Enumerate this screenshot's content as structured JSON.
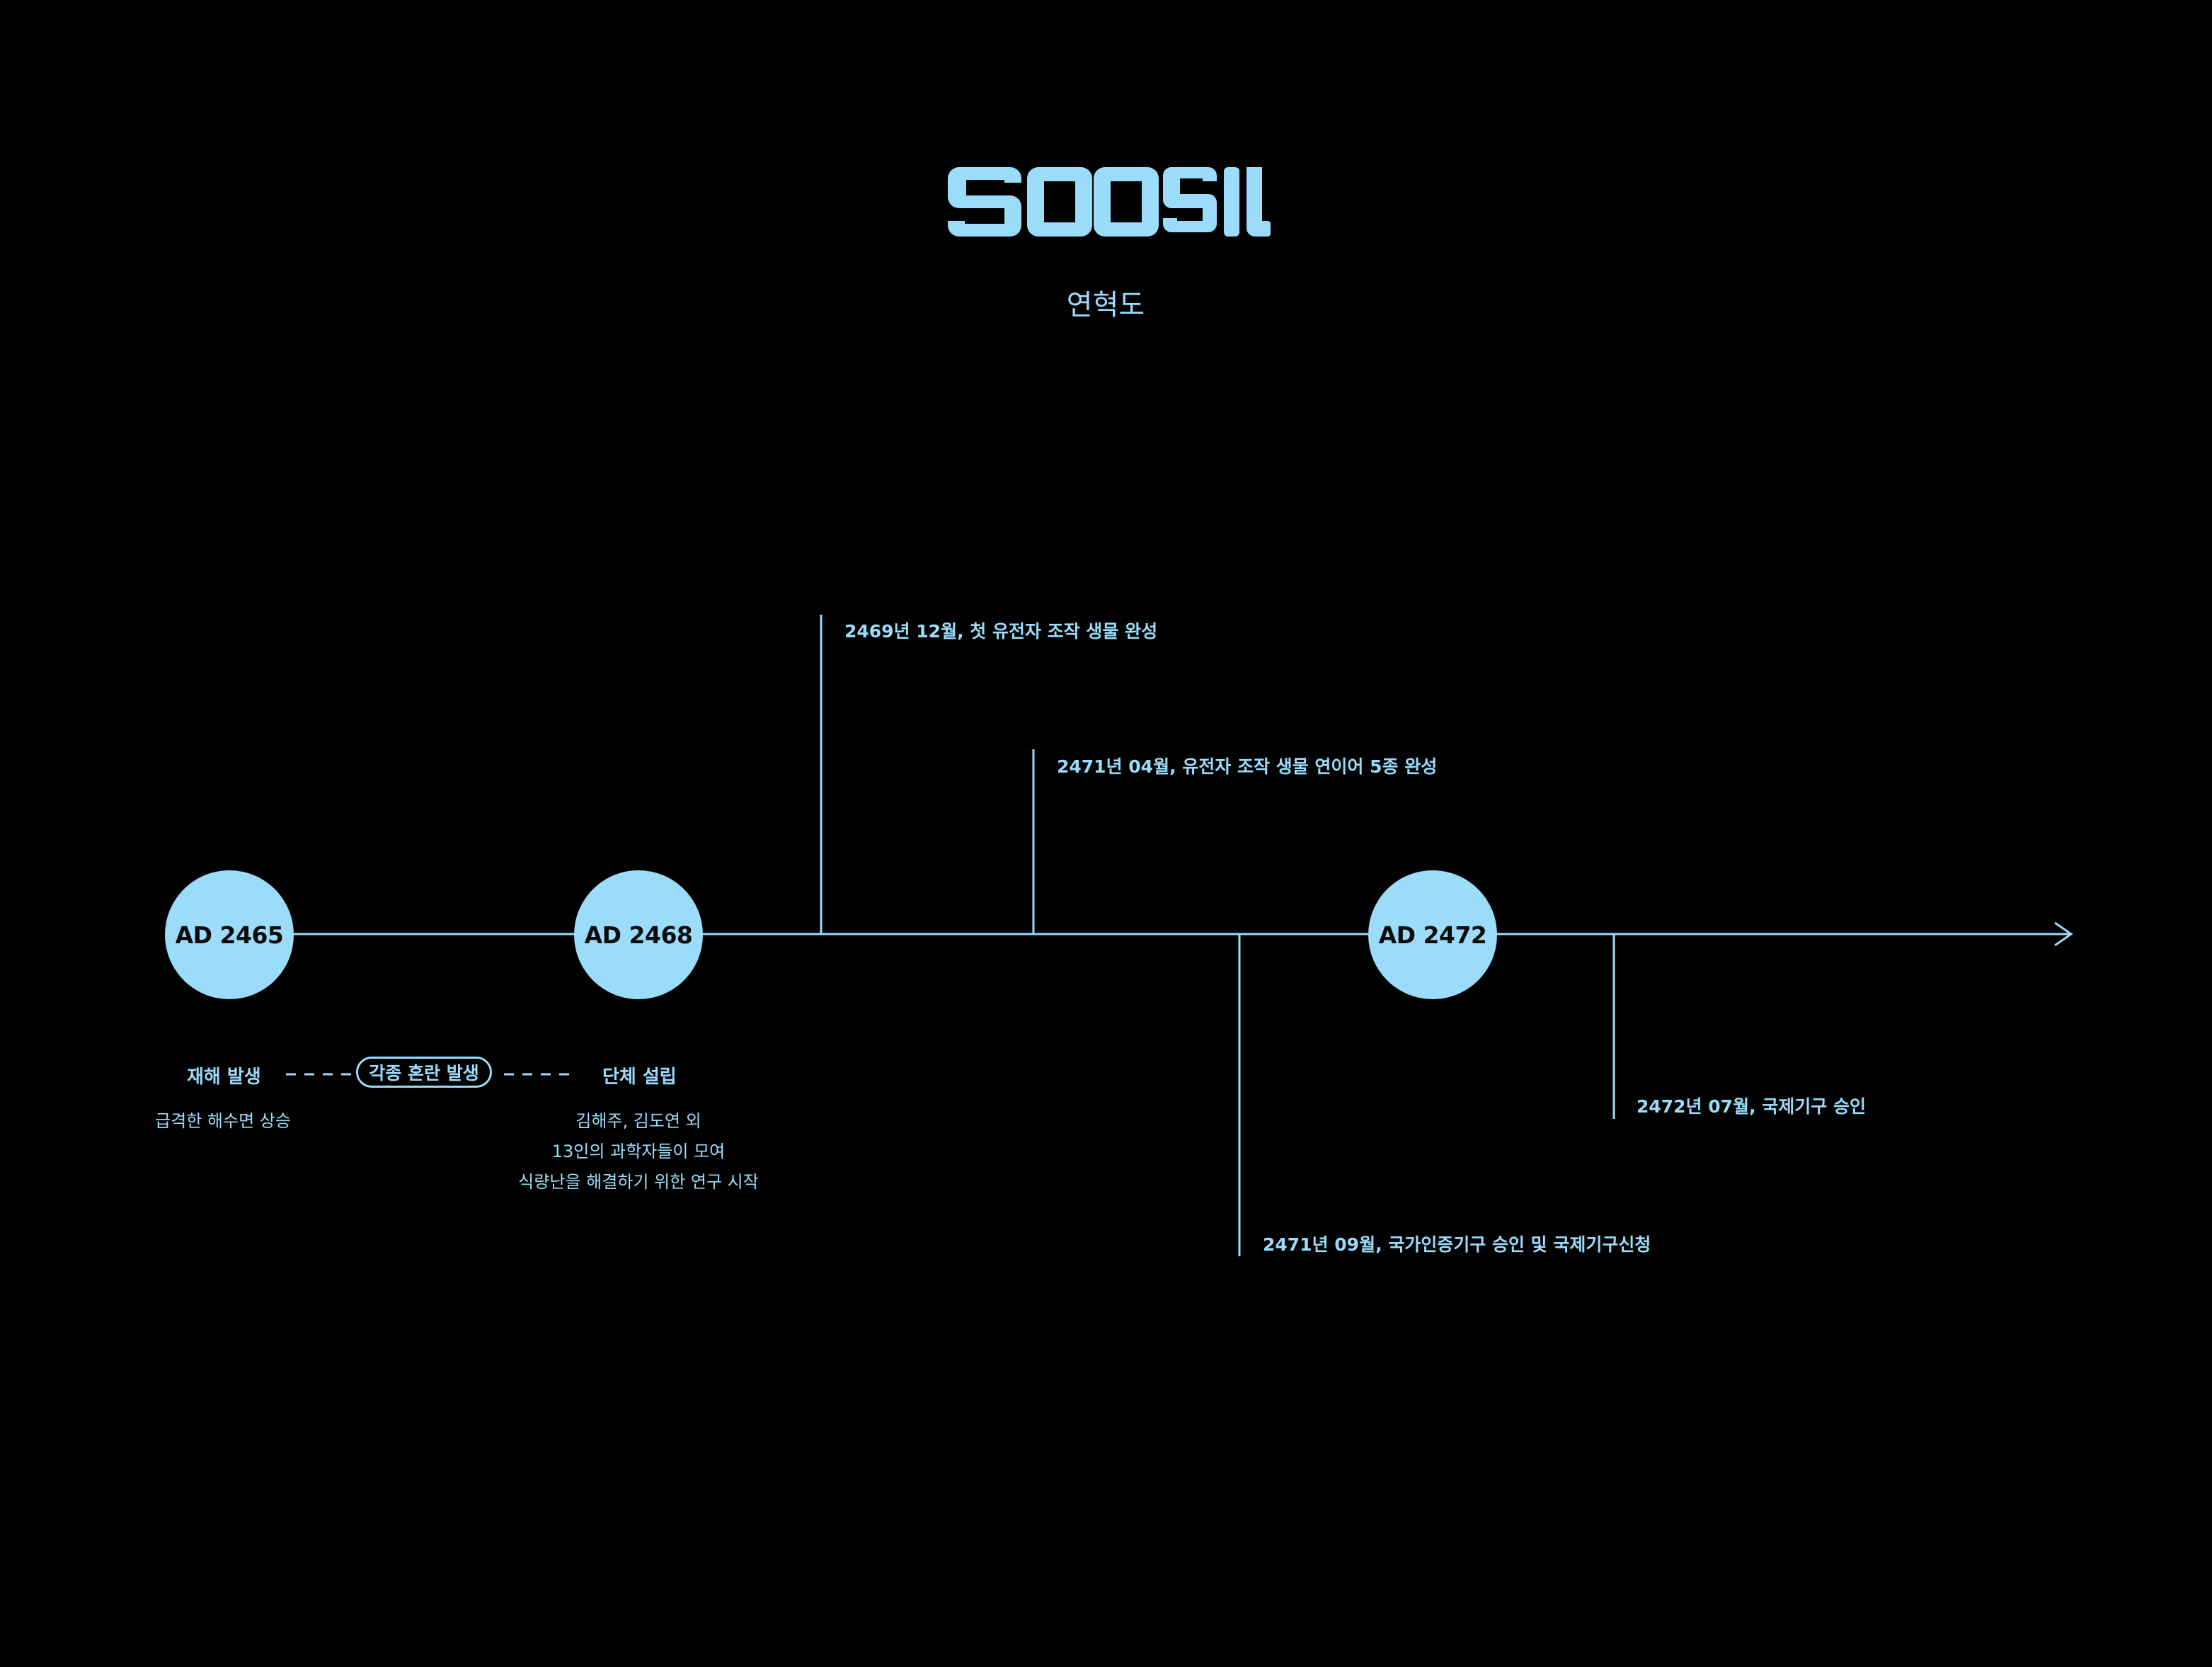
{
  "header": {
    "logo_text": "SOOSIL",
    "subtitle": "연혁도"
  },
  "colors": {
    "background": "#000000",
    "accent": "#9bdcfb",
    "node_text": "#0a0a0a"
  },
  "timeline": {
    "nodes": [
      {
        "label": "AD 2465"
      },
      {
        "label": "AD 2468"
      },
      {
        "label": "AD 2472"
      }
    ],
    "milestones": {
      "disaster": {
        "title": "재해 발생",
        "lines": [
          "급격한 해수면 상승"
        ]
      },
      "chaos": {
        "title": "각종 혼란 발생"
      },
      "founding": {
        "title": "단체 설립",
        "lines": [
          "김해주, 김도연 외",
          "13인의 과학자들이 모여",
          "식량난을 해결하기 위한 연구 시작"
        ]
      }
    },
    "events": [
      {
        "text": "2469년 12월, 첫 유전자 조작 생물 완성"
      },
      {
        "text": "2471년 04월, 유전자 조작 생물 연이어 5종 완성"
      },
      {
        "text": "2471년 09월, 국가인증기구 승인 및 국제기구신청"
      },
      {
        "text": "2472년 07월, 국제기구 승인"
      }
    ]
  }
}
